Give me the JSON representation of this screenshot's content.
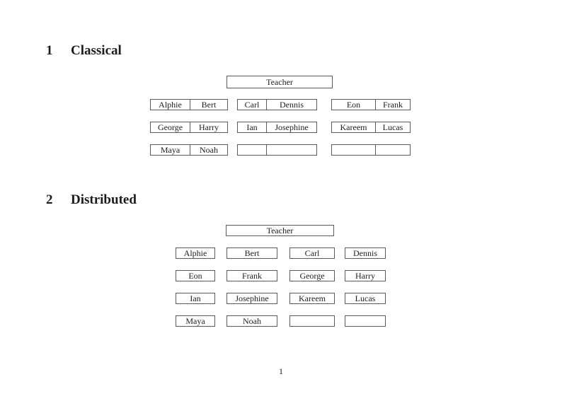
{
  "document": {
    "page_number": "1",
    "colors": {
      "line": "#5a5a5a",
      "text": "#1c1c1c",
      "background": "#ffffff"
    },
    "sections": [
      {
        "number": "1",
        "title": "Classical",
        "teacher_label": "Teacher",
        "desks": [
          {
            "seats": [
              "Alphie",
              "Bert"
            ]
          },
          {
            "seats": [
              "Carl",
              "Dennis"
            ]
          },
          {
            "seats": [
              "Eon",
              "Frank"
            ]
          },
          {
            "seats": [
              "George",
              "Harry"
            ]
          },
          {
            "seats": [
              "Ian",
              "Josephine"
            ]
          },
          {
            "seats": [
              "Kareem",
              "Lucas"
            ]
          },
          {
            "seats": [
              "Maya",
              "Noah"
            ]
          },
          {
            "seats": [
              "",
              ""
            ]
          },
          {
            "seats": [
              "",
              ""
            ]
          }
        ]
      },
      {
        "number": "2",
        "title": "Distributed",
        "teacher_label": "Teacher",
        "desks": [
          {
            "seats": [
              "Alphie"
            ]
          },
          {
            "seats": [
              "Bert"
            ]
          },
          {
            "seats": [
              "Carl"
            ]
          },
          {
            "seats": [
              "Dennis"
            ]
          },
          {
            "seats": [
              "Eon"
            ]
          },
          {
            "seats": [
              "Frank"
            ]
          },
          {
            "seats": [
              "George"
            ]
          },
          {
            "seats": [
              "Harry"
            ]
          },
          {
            "seats": [
              "Ian"
            ]
          },
          {
            "seats": [
              "Josephine"
            ]
          },
          {
            "seats": [
              "Kareem"
            ]
          },
          {
            "seats": [
              "Lucas"
            ]
          },
          {
            "seats": [
              "Maya"
            ]
          },
          {
            "seats": [
              "Noah"
            ]
          },
          {
            "seats": [
              ""
            ]
          },
          {
            "seats": [
              ""
            ]
          }
        ]
      }
    ]
  }
}
